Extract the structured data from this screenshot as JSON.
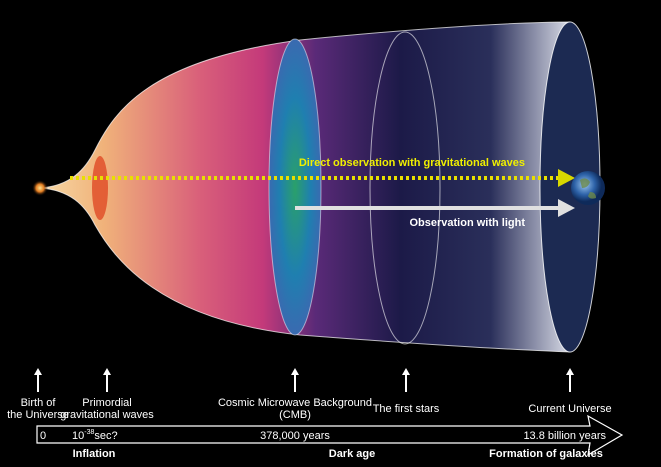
{
  "observations": {
    "gravitational": "Direct observation with gravitational waves",
    "light": "Observation with light"
  },
  "milestones": [
    {
      "line1": "Birth of",
      "line2": "the Universe"
    },
    {
      "line1": "Primordial",
      "line2": "gravitational waves"
    },
    {
      "line1": "Cosmic Microwave Background",
      "line2": "(CMB)"
    },
    {
      "line1": "",
      "line2": "The first stars"
    },
    {
      "line1": "",
      "line2": "Current Universe"
    }
  ],
  "timeline": {
    "t0": "0",
    "t1_base": "10",
    "t1_exp": "-38",
    "t1_unit": "sec?",
    "t2": "378,000 years",
    "t3": "13.8 billion years"
  },
  "eras": {
    "inflation": "Inflation",
    "dark_age": "Dark age",
    "galaxies": "Formation of galaxies"
  },
  "colors": {
    "gw_arrow": "#e8e000",
    "light_arrow": "#e0e0e0",
    "background": "#000000"
  }
}
